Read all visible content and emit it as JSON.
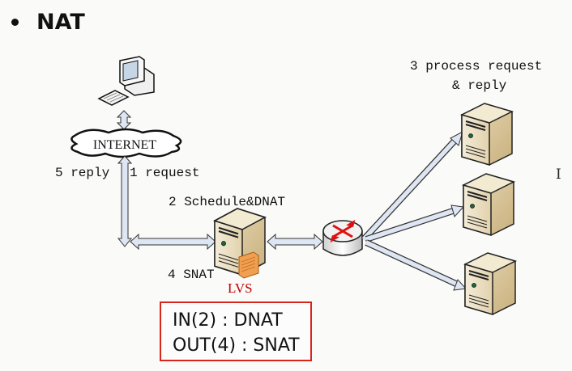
{
  "title": "NAT",
  "labels": {
    "internet": "INTERNET",
    "reply": "5 reply",
    "request": "1 request",
    "schedule": "2 Schedule&DNAT",
    "snat": "4 SNAT",
    "lvs": "LVS",
    "process_line1": "3 process request",
    "process_line2": "& reply"
  },
  "nat_box": {
    "line1": "IN(2) : DNAT",
    "line2": "OUT(4) : SNAT"
  },
  "colors": {
    "arrow_fill": "#dde6f2",
    "arrow_stroke": "#333333",
    "server_body": "#e8dcc0",
    "lvs_red": "#c00000",
    "box_border": "#d9261c",
    "router_arrows": "#e01010"
  },
  "nodes": [
    "client-computer",
    "internet-cloud",
    "lvs-director",
    "router",
    "real-server-1",
    "real-server-2",
    "real-server-3"
  ]
}
